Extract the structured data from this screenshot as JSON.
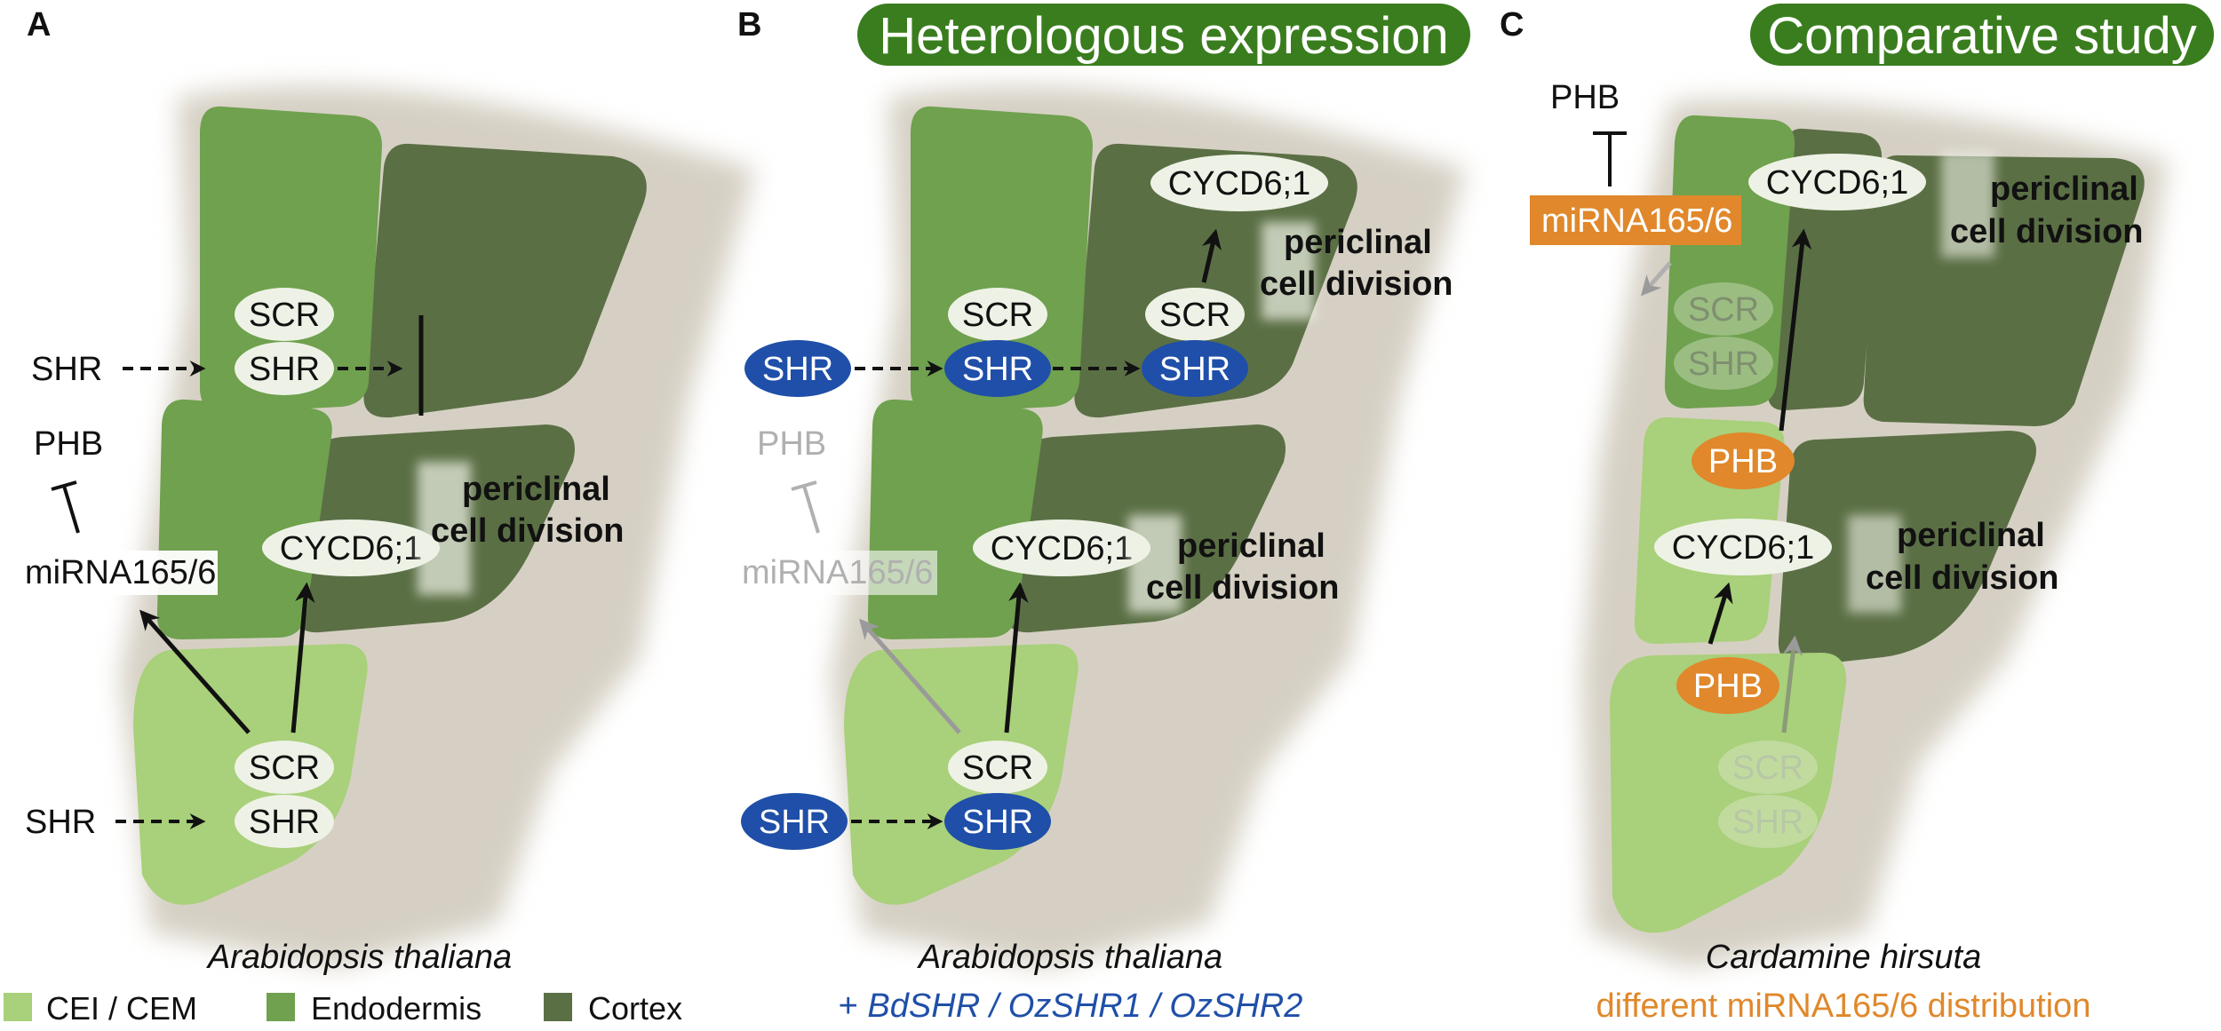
{
  "panels": [
    {
      "letter": "A",
      "caption": "Arabidopsis thaliana",
      "subcaption": ""
    },
    {
      "letter": "B",
      "banner": "Heterologous expression",
      "caption": "Arabidopsis thaliana",
      "subcaption_prefix": "+ ",
      "subcaption": "BdSHR / OzSHR1 / OzSHR2"
    },
    {
      "letter": "C",
      "banner": "Comparative study",
      "caption": "Cardamine hirsuta",
      "subcaption": "different miRNA165/6 distribution"
    }
  ],
  "labels": {
    "shr": "SHR",
    "scr": "SCR",
    "phb": "PHB",
    "mirna": "miRNA165/6",
    "cycd": "CYCD6;1",
    "periclinal": "periclinal",
    "cell_division": "cell division"
  },
  "legend": [
    {
      "label": "CEI / CEM",
      "color": "#a9d07a"
    },
    {
      "label": "Endodermis",
      "color": "#6fa14e"
    },
    {
      "label": "Cortex",
      "color": "#5b6f45"
    }
  ],
  "colors": {
    "cei_cem": "#a9d07a",
    "endodermis": "#6fa14e",
    "cortex": "#5b6f45",
    "background_halo": "#d6d0c4",
    "banner_green": "#3a7d1e",
    "shr_blue": "#1f4fa8",
    "phb_orange": "#e0882b"
  }
}
